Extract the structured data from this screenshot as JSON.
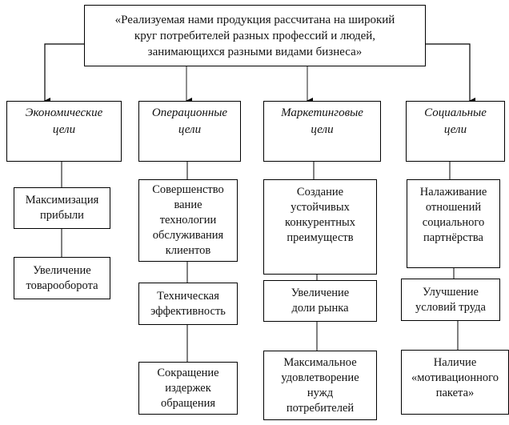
{
  "root": {
    "text": "«Реализуемая нами продукция рассчитана на широкий\nкруг потребителей разных профессий и людей,\nзанимающихся разными видами бизнеса»"
  },
  "categories": [
    {
      "title": "Экономические\nцели",
      "goals": [
        "Максимизация\nприбыли",
        "Увеличение\nтоварооборота"
      ]
    },
    {
      "title": "Операционные\nцели",
      "goals": [
        "Совершенство\nвание\nтехнологии\nобслуживания\nклиентов",
        "Техническая\nэффективность",
        "Сокращение\nиздержек\nобращения"
      ]
    },
    {
      "title": "Маркетинговые\nцели",
      "goals": [
        "Создание\nустойчивых\nконкурентных\nпреимуществ",
        "Увеличение\nдоли рынка",
        "Максимальное\nудовлетворение\nнужд\nпотребителей"
      ]
    },
    {
      "title": "Социальные\nцели",
      "goals": [
        "Налаживание\nотношений\nсоциального\nпартнёрства",
        "Улучшение\nусловий труда",
        "Наличие\n«мотивационного\nпакета»"
      ]
    }
  ]
}
